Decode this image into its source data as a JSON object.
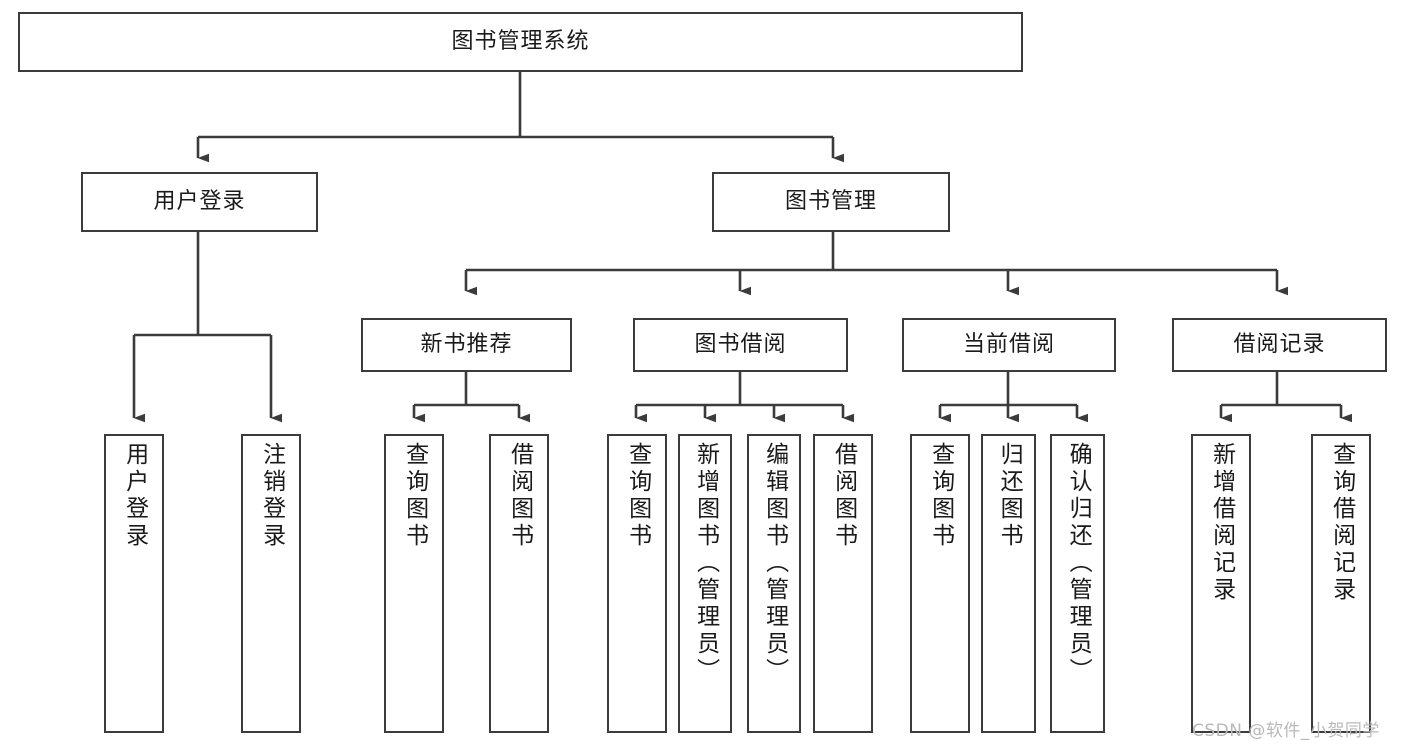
{
  "diagram": {
    "type": "tree-hierarchy",
    "title": "图书管理系统",
    "orientation": "top-down",
    "background_color": "#ffffff",
    "node_border_color": "#3b3b3b",
    "edge_color": "#3b3b3b",
    "text_color": "#1a1a1a"
  },
  "nodes": {
    "root": {
      "label": "图书管理系统",
      "level": 0
    },
    "level1": [
      {
        "id": "user-login",
        "label": "用户登录",
        "level": 1
      },
      {
        "id": "book-management",
        "label": "图书管理",
        "level": 1
      }
    ],
    "level2": [
      {
        "id": "new-book-recommend",
        "label": "新书推荐",
        "level": 2,
        "parent": "book-management"
      },
      {
        "id": "book-borrow",
        "label": "图书借阅",
        "level": 2,
        "parent": "book-management"
      },
      {
        "id": "current-borrow",
        "label": "当前借阅",
        "level": 2,
        "parent": "book-management"
      },
      {
        "id": "borrow-record",
        "label": "借阅记录",
        "level": 2,
        "parent": "book-management"
      }
    ],
    "leaves": [
      {
        "id": "leaf-user-login",
        "label": "用户登录",
        "parent": "user-login"
      },
      {
        "id": "leaf-logout-login",
        "label": "注销登录",
        "parent": "user-login"
      },
      {
        "id": "leaf-query-book-1",
        "label": "查询图书",
        "parent": "new-book-recommend"
      },
      {
        "id": "leaf-borrow-book-1",
        "label": "借阅图书",
        "parent": "new-book-recommend"
      },
      {
        "id": "leaf-query-book-2",
        "label": "查询图书",
        "parent": "book-borrow"
      },
      {
        "id": "leaf-add-book",
        "label": "新增图书（管理员）",
        "parent": "book-borrow"
      },
      {
        "id": "leaf-edit-book",
        "label": "编辑图书（管理员）",
        "parent": "book-borrow"
      },
      {
        "id": "leaf-borrow-book-2",
        "label": "借阅图书",
        "parent": "book-borrow"
      },
      {
        "id": "leaf-query-book-3",
        "label": "查询图书",
        "parent": "current-borrow"
      },
      {
        "id": "leaf-return-book",
        "label": "归还图书",
        "parent": "current-borrow"
      },
      {
        "id": "leaf-confirm-return",
        "label": "确认归还（管理员）",
        "parent": "current-borrow"
      },
      {
        "id": "leaf-add-record",
        "label": "新增借阅记录",
        "parent": "borrow-record"
      },
      {
        "id": "leaf-query-record",
        "label": "查询借阅记录",
        "parent": "borrow-record"
      }
    ]
  },
  "watermark": {
    "text": "CSDN @软件_小贺同学"
  }
}
